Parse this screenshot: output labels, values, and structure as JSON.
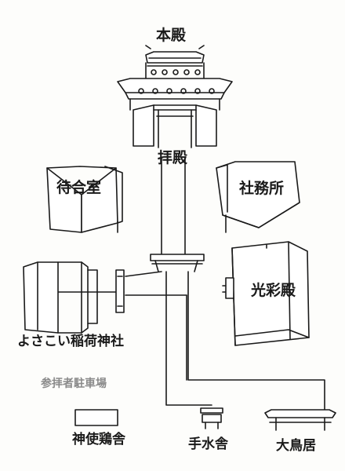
{
  "labels": {
    "honden": "本殿",
    "haiden": "拝殿",
    "machiai": "待合室",
    "shamusho": "社務所",
    "kousaiden": "光彩殿",
    "yosakoi": "よさこい稲荷神社",
    "parking": "参拝者駐車場",
    "shinshikeisha": "神使鶏舎",
    "temizusha": "手水舎",
    "ootorii": "大鳥居"
  },
  "colors": {
    "line": "#1a1a1a",
    "building_fill": "#ffffff",
    "parking_text": "#8a8a8a"
  }
}
